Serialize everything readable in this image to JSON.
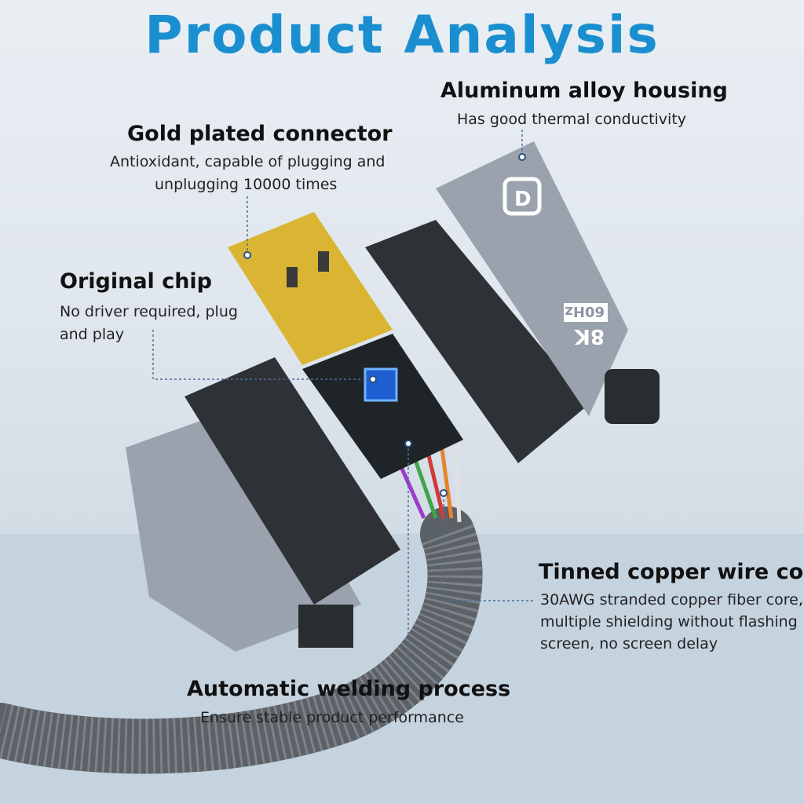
{
  "title": "Product Analysis",
  "callouts": {
    "housing": {
      "heading": "Aluminum alloy housing",
      "desc": "Has good thermal conductivity"
    },
    "connector": {
      "heading": "Gold plated connector",
      "desc_line1": "Antioxidant, capable of plugging and",
      "desc_line2": "unplugging 10000 times"
    },
    "chip": {
      "heading": "Original chip",
      "desc_line1": "No driver required, plug",
      "desc_line2": "and play"
    },
    "wire": {
      "heading": "Tinned copper wire core",
      "desc_line1": "30AWG stranded copper fiber core,",
      "desc_line2": "multiple shielding without flashing",
      "desc_line3": "screen, no screen delay"
    },
    "welding": {
      "heading": "Automatic welding process",
      "desc": "Ensure stable product performance"
    }
  },
  "product_marking": {
    "resolution": "8K",
    "refresh": "60Hz"
  },
  "colors": {
    "title": "#1a8fd0",
    "gold": "#d9b533",
    "housing": "#8e96a3",
    "cable": "#5b6166"
  }
}
